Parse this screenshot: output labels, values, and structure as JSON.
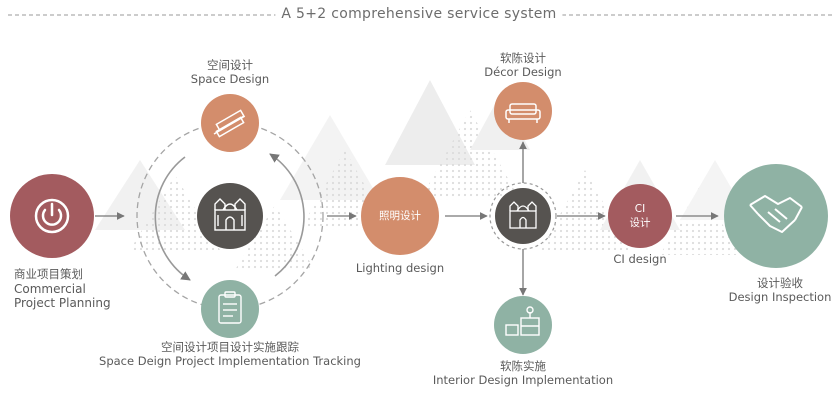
{
  "title": "A  5+2 comprehensive service system",
  "nodes": {
    "planning": {
      "zh": "商业项目策划",
      "en1": "Commercial",
      "en2": "Project Planning",
      "color": "#a35b5f",
      "icon": "power-icon"
    },
    "space": {
      "zh": "空间设计",
      "en": "Space Design",
      "color": "#d38d6c",
      "icon": "ruler-pencil-icon"
    },
    "center": {
      "color": "#565350",
      "icon": "building-icon"
    },
    "tracking": {
      "zh": "空间设计项目设计实施跟踪",
      "en": "Space Deign Project Implementation Tracking",
      "color": "#8fb2a4",
      "icon": "clipboard-icon"
    },
    "lighting": {
      "zh": "照明设计",
      "en": "Lighting design",
      "color": "#d38d6c"
    },
    "hub": {
      "color": "#565350",
      "icon": "building-icon"
    },
    "decor": {
      "zh": "软陈设计",
      "en": "Décor Design",
      "color": "#d38d6c",
      "icon": "sofa-icon"
    },
    "interior": {
      "zh": "软陈实施",
      "en": "Interior Design Implementation",
      "color": "#8fb2a4",
      "icon": "furniture-icon"
    },
    "ci": {
      "zh1": "CI",
      "zh2": "设计",
      "en": "CI design",
      "color": "#a35b5f"
    },
    "inspection": {
      "zh": "设计验收",
      "en": "Design Inspection",
      "color": "#8fb2a4",
      "icon": "handshake-icon"
    }
  },
  "colors": {
    "arrow": "#777777",
    "dash": "#9a9a9a",
    "triangle": "#ebebeb",
    "marker": "#8a6a6a"
  }
}
